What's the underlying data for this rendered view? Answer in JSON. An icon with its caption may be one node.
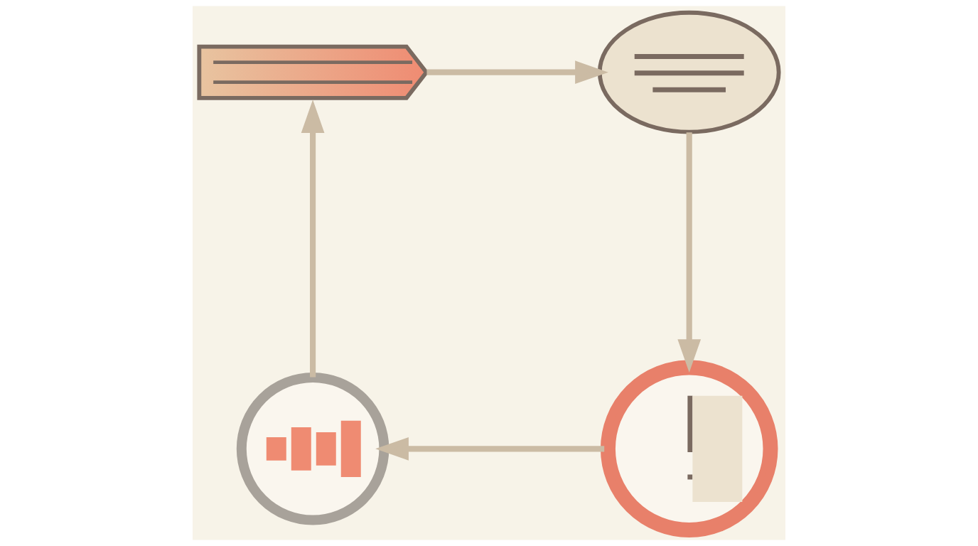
{
  "diagram": {
    "nodes": [
      {
        "text": [],
        "shape": "picture"
      },
      {
        "text": [],
        "shape": "picture"
      },
      {
        "text": [],
        "shape": "picture"
      },
      {
        "text": [],
        "shape": "picture"
      }
    ],
    "edges": [
      {
        "from": 0,
        "to": 1,
        "arrow": "to"
      },
      {
        "from": 1,
        "to": 2,
        "arrow": "to"
      },
      {
        "from": 2,
        "to": 3,
        "arrow": "to"
      },
      {
        "from": 3,
        "to": 0,
        "arrow": "to"
      }
    ]
  }
}
